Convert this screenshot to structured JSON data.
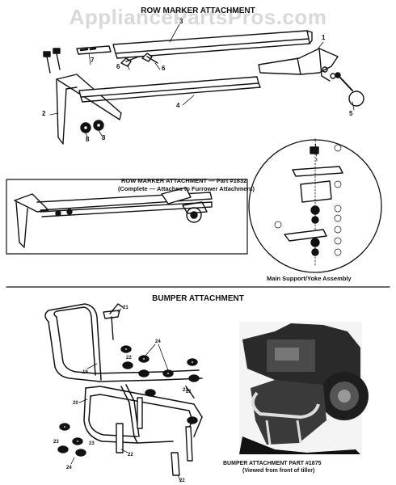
{
  "watermark": "AppliancePartsPros.com",
  "row_marker": {
    "title": "ROW MARKER ATTACHMENT",
    "caption_line1": "ROW MARKER ATTACHMENT — Part #1832",
    "caption_line2": "(Complete — Attaches to Furrower Attachment)",
    "yoke_caption": "Main Support/Yoke Assembly",
    "callouts": [
      "1",
      "2",
      "3",
      "4",
      "5",
      "6",
      "6",
      "7",
      "8",
      "8"
    ]
  },
  "bumper": {
    "title": "BUMPER ATTACHMENT",
    "caption_line1": "BUMPER ATTACHMENT PART #1875",
    "caption_line2": "(Viewed from front of tiller)",
    "callouts": [
      "19",
      "20",
      "21",
      "21",
      "22",
      "22",
      "22",
      "23",
      "23",
      "23",
      "24",
      "24"
    ]
  },
  "colors": {
    "ink": "#111111",
    "photo_dark": "#2a2a2a",
    "watermark": "#d9d9d9"
  }
}
